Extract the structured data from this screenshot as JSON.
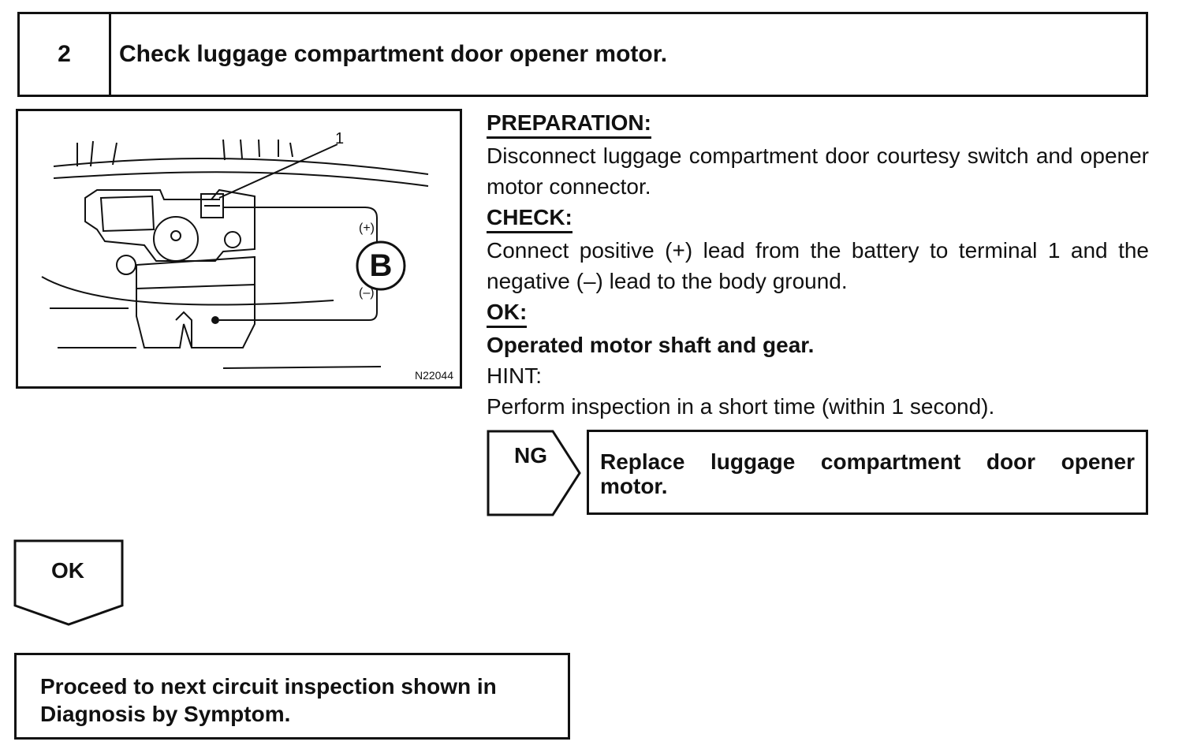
{
  "step": {
    "number": "2",
    "title": "Check luggage compartment door opener motor."
  },
  "illustration": {
    "figure_id": "N22044",
    "callout": "1",
    "battery_letter": "B",
    "plus_label": "(+)",
    "minus_label": "(–)"
  },
  "instructions": {
    "preparation_heading": "PREPARATION:",
    "preparation_text": "Disconnect luggage compartment door courtesy switch and opener motor connector.",
    "check_heading": "CHECK:",
    "check_text": "Connect positive (+) lead from the battery to terminal 1 and the negative (–) lead to the body ground.",
    "ok_heading": "OK:",
    "ok_text": "Operated motor shaft and gear.",
    "hint_heading": "HINT:",
    "hint_text": "Perform inspection in a short time (within 1 second)."
  },
  "ng": {
    "label": "NG",
    "action_line1": "Replace luggage compartment door opener",
    "action_line2": "motor."
  },
  "ok": {
    "label": "OK"
  },
  "next": {
    "line1": "Proceed to next circuit inspection shown in",
    "line2": "Diagnosis by Symptom."
  }
}
